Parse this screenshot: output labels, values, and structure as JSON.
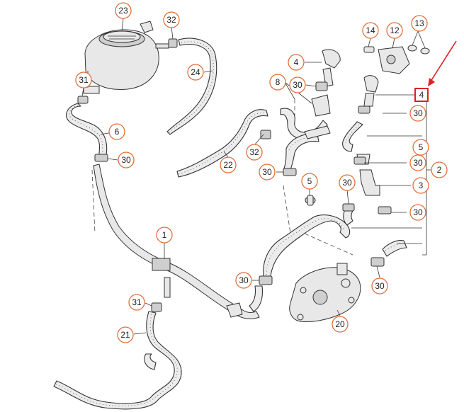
{
  "diagram": {
    "callouts": [
      {
        "id": "c23",
        "label": "23"
      },
      {
        "id": "c32a",
        "label": "32"
      },
      {
        "id": "c24",
        "label": "24"
      },
      {
        "id": "c31a",
        "label": "31"
      },
      {
        "id": "c6",
        "label": "6"
      },
      {
        "id": "c30a",
        "label": "30"
      },
      {
        "id": "c22",
        "label": "22"
      },
      {
        "id": "c32b",
        "label": "32"
      },
      {
        "id": "c4a",
        "label": "4"
      },
      {
        "id": "c8",
        "label": "8"
      },
      {
        "id": "c30b",
        "label": "30"
      },
      {
        "id": "c14",
        "label": "14"
      },
      {
        "id": "c12",
        "label": "12"
      },
      {
        "id": "c13",
        "label": "13"
      },
      {
        "id": "c4b",
        "label": "4"
      },
      {
        "id": "c30c",
        "label": "30"
      },
      {
        "id": "c5a",
        "label": "5"
      },
      {
        "id": "c30d",
        "label": "30"
      },
      {
        "id": "c2",
        "label": "2"
      },
      {
        "id": "c3",
        "label": "3"
      },
      {
        "id": "c30e",
        "label": "30"
      },
      {
        "id": "c30f",
        "label": "30"
      },
      {
        "id": "c5b",
        "label": "5"
      },
      {
        "id": "c30g",
        "label": "30"
      },
      {
        "id": "c1",
        "label": "1"
      },
      {
        "id": "c30h",
        "label": "30"
      },
      {
        "id": "c31b",
        "label": "31"
      },
      {
        "id": "c21",
        "label": "21"
      },
      {
        "id": "c30i",
        "label": "30"
      },
      {
        "id": "c20",
        "label": "20"
      }
    ],
    "highlight_color": "#e02020",
    "callout_color": "#e0703a"
  }
}
